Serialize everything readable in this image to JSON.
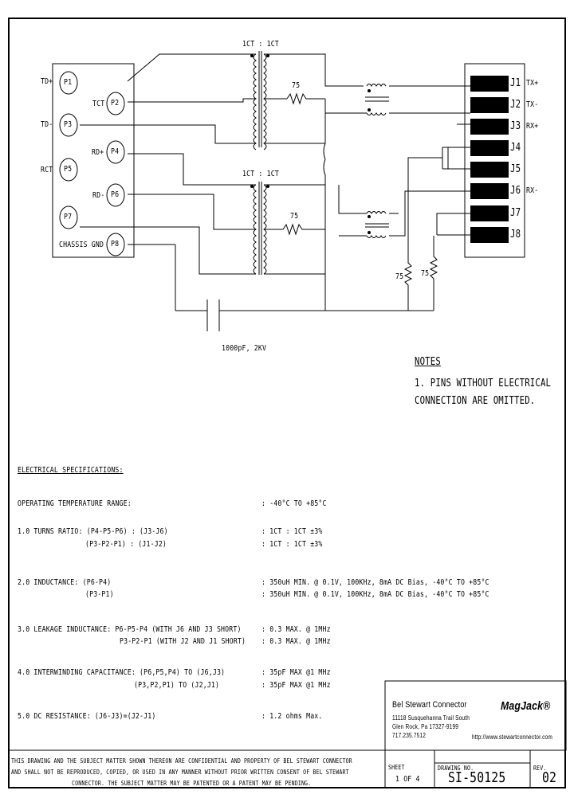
{
  "schematic": {
    "left_pins": [
      {
        "id": "P1",
        "signal": "TD+"
      },
      {
        "id": "P2",
        "signal": "TCT"
      },
      {
        "id": "P3",
        "signal": "TD-"
      },
      {
        "id": "P4",
        "signal": "RD+"
      },
      {
        "id": "P5",
        "signal": "RCT"
      },
      {
        "id": "P6",
        "signal": "RD-"
      },
      {
        "id": "P7",
        "signal": ""
      },
      {
        "id": "P8",
        "signal": "CHASSIS GND"
      }
    ],
    "right_pins": [
      {
        "id": "J1",
        "signal": "TX+"
      },
      {
        "id": "J2",
        "signal": "TX-"
      },
      {
        "id": "J3",
        "signal": "RX+"
      },
      {
        "id": "J4",
        "signal": ""
      },
      {
        "id": "J5",
        "signal": ""
      },
      {
        "id": "J6",
        "signal": "RX-"
      },
      {
        "id": "J7",
        "signal": ""
      },
      {
        "id": "J8",
        "signal": ""
      }
    ],
    "transformer_top_ratio": "1CT : 1CT",
    "transformer_bottom_ratio": "1CT : 1CT",
    "resistor_top": "75",
    "resistor_bottom": "75",
    "resistor_left_vertical": "75",
    "resistor_right_vertical": "75",
    "capacitor_label": "1000pF, 2KV"
  },
  "notes": {
    "title": "NOTES",
    "line1": "1. PINS WITHOUT ELECTRICAL",
    "line2": "CONNECTION ARE OMITTED."
  },
  "specs": {
    "title": "ELECTRICAL SPECIFICATIONS:",
    "op_temp_label": "OPERATING TEMPERATURE RANGE:",
    "op_temp_value": ":  -40°C TO +85°C",
    "turns_label_1": "1.0  TURNS RATIO: (P4-P5-P6) : (J3-J6)",
    "turns_label_2": "(P3-P2-P1) : (J1-J2)",
    "turns_value_1": ":  1CT : 1CT ±3%",
    "turns_value_2": ":  1CT : 1CT ±3%",
    "ind_label_1": "2.0  INDUCTANCE: (P6-P4)",
    "ind_label_2": "(P3-P1)",
    "ind_value_1": ":  350uH MIN. @ 0.1V, 100KHz, 8mA DC Bias, -40°C TO +85°C",
    "ind_value_2": ":  350uH MIN. @ 0.1V, 100KHz, 8mA DC Bias, -40°C TO +85°C",
    "leak_label_1": "3.0  LEAKAGE INDUCTANCE:  P6-P5-P4 (WITH J6 AND J3 SHORT)",
    "leak_label_2": "P3-P2-P1 (WITH J2 AND J1 SHORT)",
    "leak_value_1": ":  0.3 MAX. @ 1MHz",
    "leak_value_2": ":  0.3 MAX. @ 1MHz",
    "cap_label_1": "4.0  INTERWINDING CAPACITANCE: (P6,P5,P4) TO (J6,J3)",
    "cap_label_2": "(P3,P2,P1) TO (J2,J1)",
    "cap_value_1": ":  35pF MAX @1 MHz",
    "cap_value_2": ":  35pF MAX @1 MHz",
    "dcr_label": "5.0  DC RESISTANCE: (J6-J3)=(J2-J1)",
    "dcr_value": ":  1.2 ohms Max."
  },
  "title_block": {
    "company": "Bel Stewart Connector",
    "address_1": "11118 Susquehanna Trail South",
    "address_2": "Glen Rock, Pa  17327-9199",
    "phone": "717.235.7512",
    "logo": "MagJack®",
    "website": "http://www.stewartconnector.com",
    "sheet_label": "SHEET",
    "sheet_value": "1 OF 4",
    "drawing_label": "DRAWING NO.",
    "drawing_value": "SI-50125",
    "rev_label": "REV.",
    "rev_value": "02"
  },
  "confidential": {
    "line1": "THIS DRAWING AND THE SUBJECT MATTER SHOWN THEREON ARE CONFIDENTIAL AND PROPERTY OF BEL STEWART CONNECTOR",
    "line2": "AND SHALL NOT BE REPRODUCED, COPIED, OR USED IN ANY MANNER WITHOUT PRIOR WRITTEN CONSENT OF BEL STEWART",
    "line3": "CONNECTOR.  THE SUBJECT MATTER MAY BE PATENTED OR A PATENT MAY BE PENDING."
  }
}
